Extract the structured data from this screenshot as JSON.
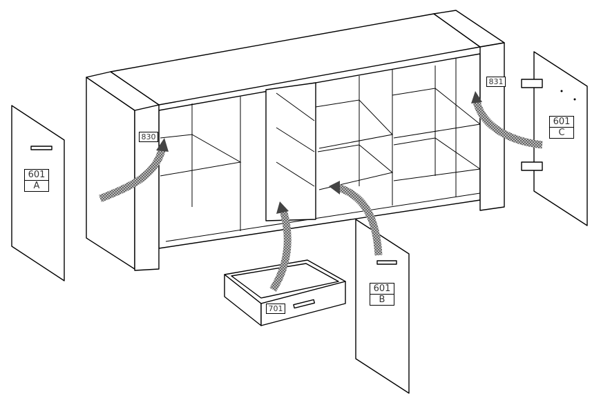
{
  "title": "Cabinet assembly diagram",
  "parts": {
    "door_a": {
      "code": "601",
      "letter": "A"
    },
    "door_b": {
      "code": "601",
      "letter": "B"
    },
    "door_c": {
      "code": "601",
      "letter": "C"
    },
    "side_left": {
      "code": "830"
    },
    "side_right": {
      "code": "831"
    },
    "drawer": {
      "code": "701"
    }
  },
  "colors": {
    "line": "#000000",
    "arrow": "#444444",
    "background": "#ffffff"
  }
}
